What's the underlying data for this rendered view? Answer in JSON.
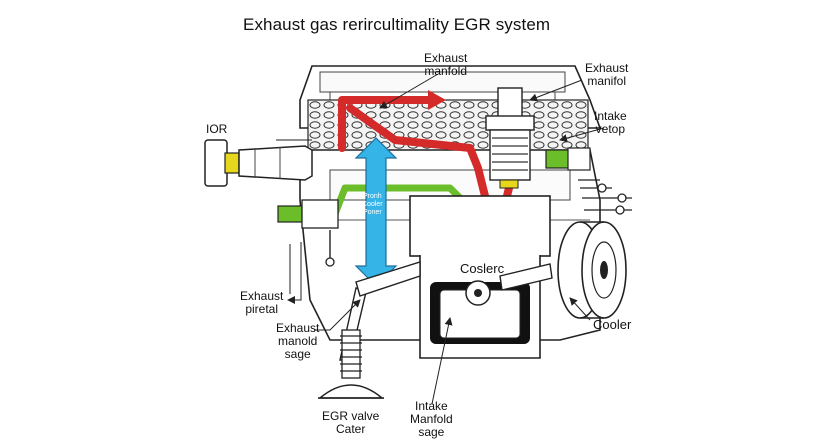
{
  "title": "Exhaust gas rerircultimality EGR system",
  "labels": {
    "exhaust_manifold_top": "Exhaust\nmanfold",
    "exhaust_manifold_right": "Exhaust\nmanifol",
    "intake_vetop": "Intake\nvetop",
    "ior": "IOR",
    "arrow_text": "Pronh\nCooler\nPoner",
    "cooler_center": "Coslerc",
    "exhaust_pipetal": "Exhaust\npiretal",
    "exhaust_manold_sage": "Exhaust\nmanold\nsage",
    "cooler_right": "Cooler",
    "egr_valve_cater": "EGR valve\nCater",
    "intake_manfold_sage": "Intake\nManfold\nsage"
  },
  "colors": {
    "egr_path_red": "#d42a2a",
    "coolant_green": "#6cbd2a",
    "flow_arrow_blue": "#35b4e8",
    "valve_yellow": "#e7d71c",
    "outline": "#222222",
    "cooler_face": "#ffffff"
  }
}
